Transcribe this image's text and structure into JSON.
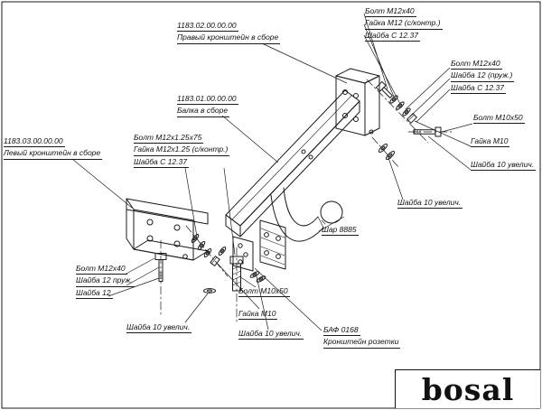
{
  "colors": {
    "ink": "#1a1a1a",
    "paper": "#ffffff"
  },
  "brand": {
    "logo_text": "bosal"
  },
  "callouts": {
    "right_bracket": {
      "line1": "1183.02.00.00.00",
      "line2": "Правый кронштейн в сборе"
    },
    "beam": {
      "line1": "1183.01.00.00.00",
      "line2": "Балка в сборе"
    },
    "left_bracket": {
      "line1": "1183.03.00.00.00",
      "line2": "Левый кронштейн в сборе"
    },
    "fasteners_top": {
      "line1": "Болт  М12х40",
      "line2": "Гайка М12 (с/контр.)",
      "line3": "Шайба С 12.37"
    },
    "fasteners_right": {
      "line1": "Болт  М12х40",
      "line2": "Шайба 12 (пруж.)",
      "line3": "Шайба С 12.37"
    },
    "bolt_m10_right": "Болт М10х50",
    "nut_m10_right": "Гайка М10",
    "washer10_right": "Шайба 10 увелич.",
    "fasteners_center": {
      "line1": "Болт  М12х1.25х75",
      "line2": "Гайка М12х1.25 (с/контр.)",
      "line3": "Шайба С 12.37"
    },
    "washer10_mid": "Шайба 10 увелич.",
    "ball": "Шар 8885",
    "fasteners_left": {
      "line1": "Болт  М12х40",
      "line2": "Шайба 12 пруж.",
      "line3": "Шайба 12"
    },
    "washer10_left": "Шайба 10 увелич.",
    "bolt_m10_bottom": "Болт М10х50",
    "nut_m10_bottom": "Гайка М10",
    "washer10_bottom": "Шайба 10 увелич.",
    "socket_bracket": {
      "line1": "БАФ 0168",
      "line2": "Кронштейн розетки"
    }
  }
}
